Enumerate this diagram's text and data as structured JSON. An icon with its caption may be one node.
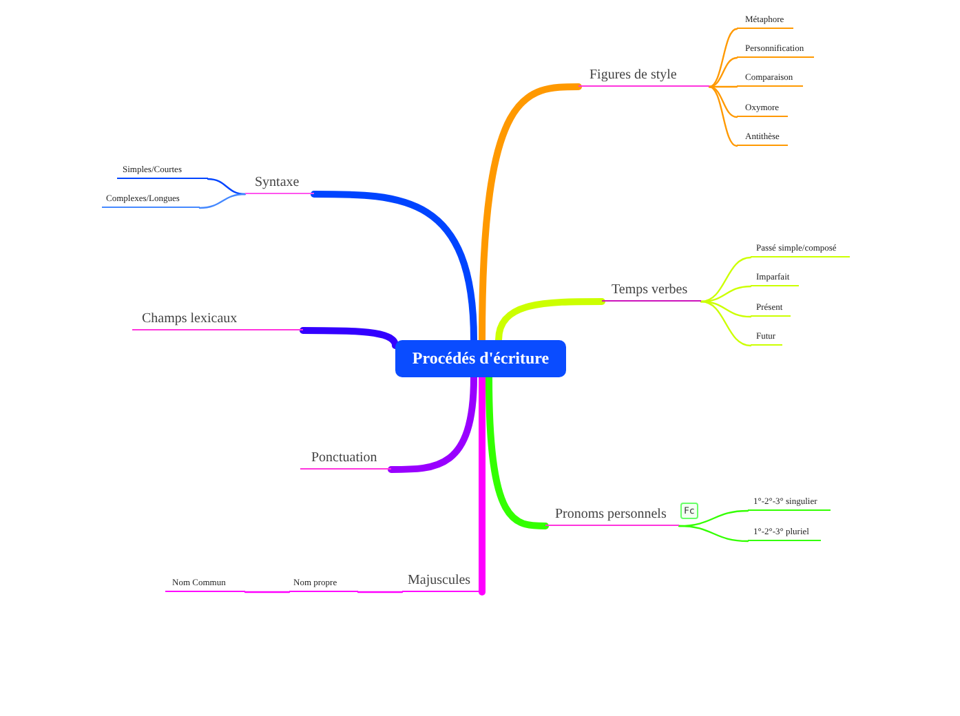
{
  "diagram": {
    "nodes": [
      {
        "text": [
          "Procédés d'écriture"
        ]
      },
      {
        "text": [
          "Figures de style"
        ]
      },
      {
        "text": [
          "Métaphore"
        ]
      },
      {
        "text": [
          "Personnification"
        ]
      },
      {
        "text": [
          "Comparaison"
        ]
      },
      {
        "text": [
          "Oxymore"
        ]
      },
      {
        "text": [
          "Antithèse"
        ]
      },
      {
        "text": [
          "Temps verbes"
        ]
      },
      {
        "text": [
          "Passé simple/composé"
        ]
      },
      {
        "text": [
          "Imparfait"
        ]
      },
      {
        "text": [
          "Présent"
        ]
      },
      {
        "text": [
          "Futur"
        ]
      },
      {
        "text": [
          "Pronoms personnels"
        ],
        "beside": [
          "Fc"
        ]
      },
      {
        "text": [
          "1°-2°-3° singulier"
        ]
      },
      {
        "text": [
          "1°-2°-3° pluriel"
        ]
      },
      {
        "text": [
          "Syntaxe"
        ]
      },
      {
        "text": [
          "Simples/Courtes"
        ]
      },
      {
        "text": [
          "Complexes/Longues"
        ]
      },
      {
        "text": [
          "Champs lexicaux"
        ]
      },
      {
        "text": [
          "Ponctuation"
        ]
      },
      {
        "text": [
          "Majuscules"
        ]
      },
      {
        "text": [
          "Nom propre"
        ]
      },
      {
        "text": [
          "Nom Commun"
        ]
      }
    ],
    "edges": [
      {
        "from": 0,
        "to": 1,
        "arrow": "none",
        "style": "thick",
        "color": "#ff9900"
      },
      {
        "from": 1,
        "to": 2,
        "arrow": "none",
        "color": "#ff9900"
      },
      {
        "from": 1,
        "to": 3,
        "arrow": "none",
        "color": "#ff9900"
      },
      {
        "from": 1,
        "to": 4,
        "arrow": "none",
        "color": "#ff9900"
      },
      {
        "from": 1,
        "to": 5,
        "arrow": "none",
        "color": "#ff9900"
      },
      {
        "from": 1,
        "to": 6,
        "arrow": "none",
        "color": "#ff9900"
      },
      {
        "from": 0,
        "to": 7,
        "arrow": "none",
        "style": "thick",
        "color": "#ccff00"
      },
      {
        "from": 7,
        "to": 8,
        "arrow": "none",
        "color": "#ccff00"
      },
      {
        "from": 7,
        "to": 9,
        "arrow": "none",
        "color": "#ccff00"
      },
      {
        "from": 7,
        "to": 10,
        "arrow": "none",
        "color": "#ccff00"
      },
      {
        "from": 7,
        "to": 11,
        "arrow": "none",
        "color": "#ccff00"
      },
      {
        "from": 0,
        "to": 12,
        "arrow": "none",
        "style": "thick",
        "color": "#33ff00"
      },
      {
        "from": 12,
        "to": 13,
        "arrow": "none",
        "color": "#33ff00"
      },
      {
        "from": 12,
        "to": 14,
        "arrow": "none",
        "color": "#33ff00"
      },
      {
        "from": 0,
        "to": 15,
        "arrow": "none",
        "style": "thick",
        "color": "#0044ff"
      },
      {
        "from": 15,
        "to": 16,
        "arrow": "none",
        "color": "#0044ff"
      },
      {
        "from": 15,
        "to": 17,
        "arrow": "none",
        "color": "#4488ff"
      },
      {
        "from": 0,
        "to": 18,
        "arrow": "none",
        "style": "thick",
        "color": "#3300ff"
      },
      {
        "from": 0,
        "to": 19,
        "arrow": "none",
        "style": "thick",
        "color": "#9900ff"
      },
      {
        "from": 0,
        "to": 20,
        "arrow": "none",
        "style": "thick",
        "color": "#ff00ff"
      },
      {
        "from": 20,
        "to": 21,
        "arrow": "none",
        "color": "#ff00ff"
      },
      {
        "from": 21,
        "to": 22,
        "arrow": "none",
        "color": "#ff00ff"
      }
    ]
  }
}
